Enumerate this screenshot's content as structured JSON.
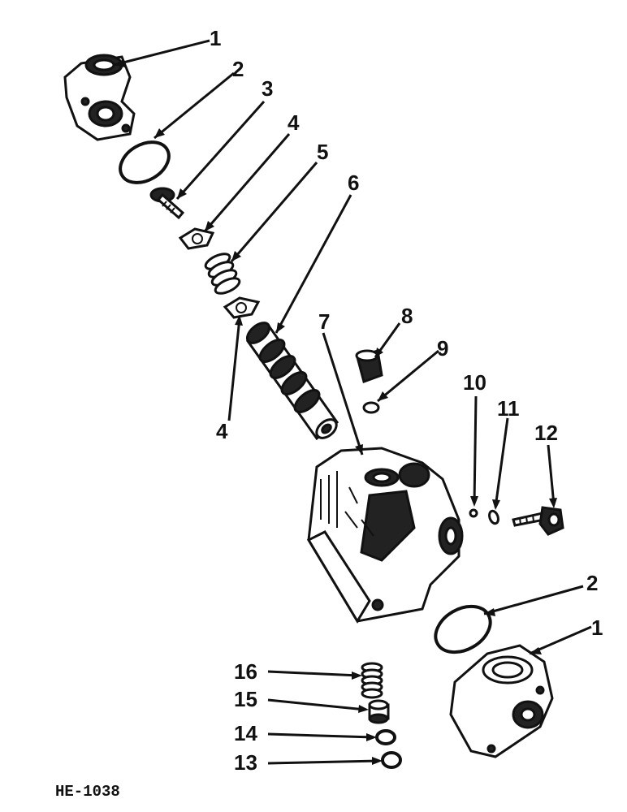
{
  "figure_id": "HE-1038",
  "callouts": {
    "c1_top": "1",
    "c2_top": "2",
    "c3": "3",
    "c4_top": "4",
    "c5": "5",
    "c6": "6",
    "c7": "7",
    "c8": "8",
    "c9": "9",
    "c10": "10",
    "c11": "11",
    "c12": "12",
    "c4_bottom": "4",
    "c2_bottom": "2",
    "c1_bottom": "1",
    "c16": "16",
    "c15": "15",
    "c14": "14",
    "c13": "13"
  }
}
